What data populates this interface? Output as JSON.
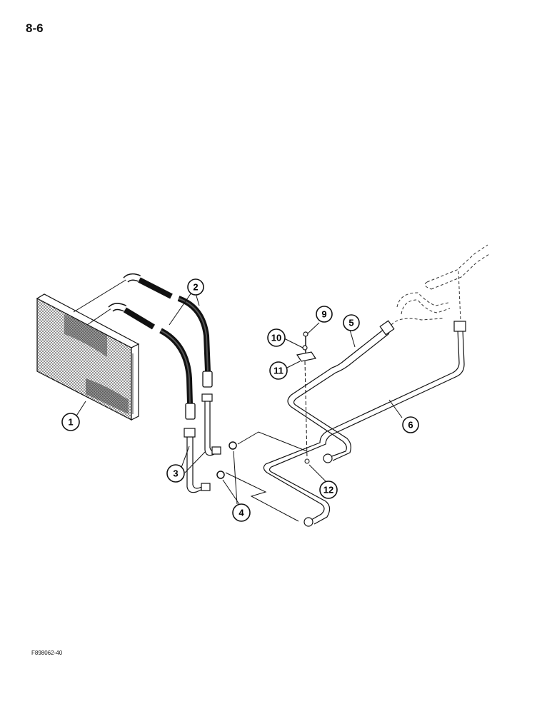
{
  "page": {
    "number": "8-6",
    "figure_code": "F898062-40"
  },
  "callouts": [
    "1",
    "2",
    "3",
    "4",
    "5",
    "6",
    "9",
    "10",
    "11",
    "12"
  ]
}
